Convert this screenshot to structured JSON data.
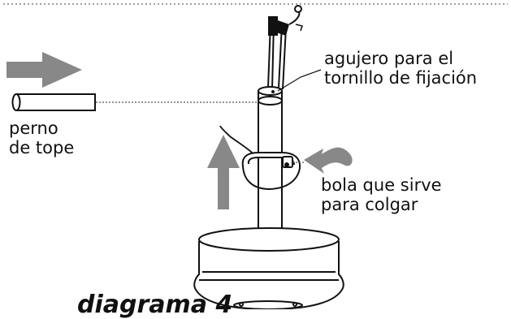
{
  "labels": {
    "hole": "agujero para el\ntornillo de fijación",
    "stop_pin": "perno\nde tope",
    "hanger_ball": "bola que sirve\npara colgar",
    "partial_caption": "diagrama 4"
  },
  "colors": {
    "line": "#111111",
    "arrow_fill": "#888888",
    "leader": "#555555"
  }
}
